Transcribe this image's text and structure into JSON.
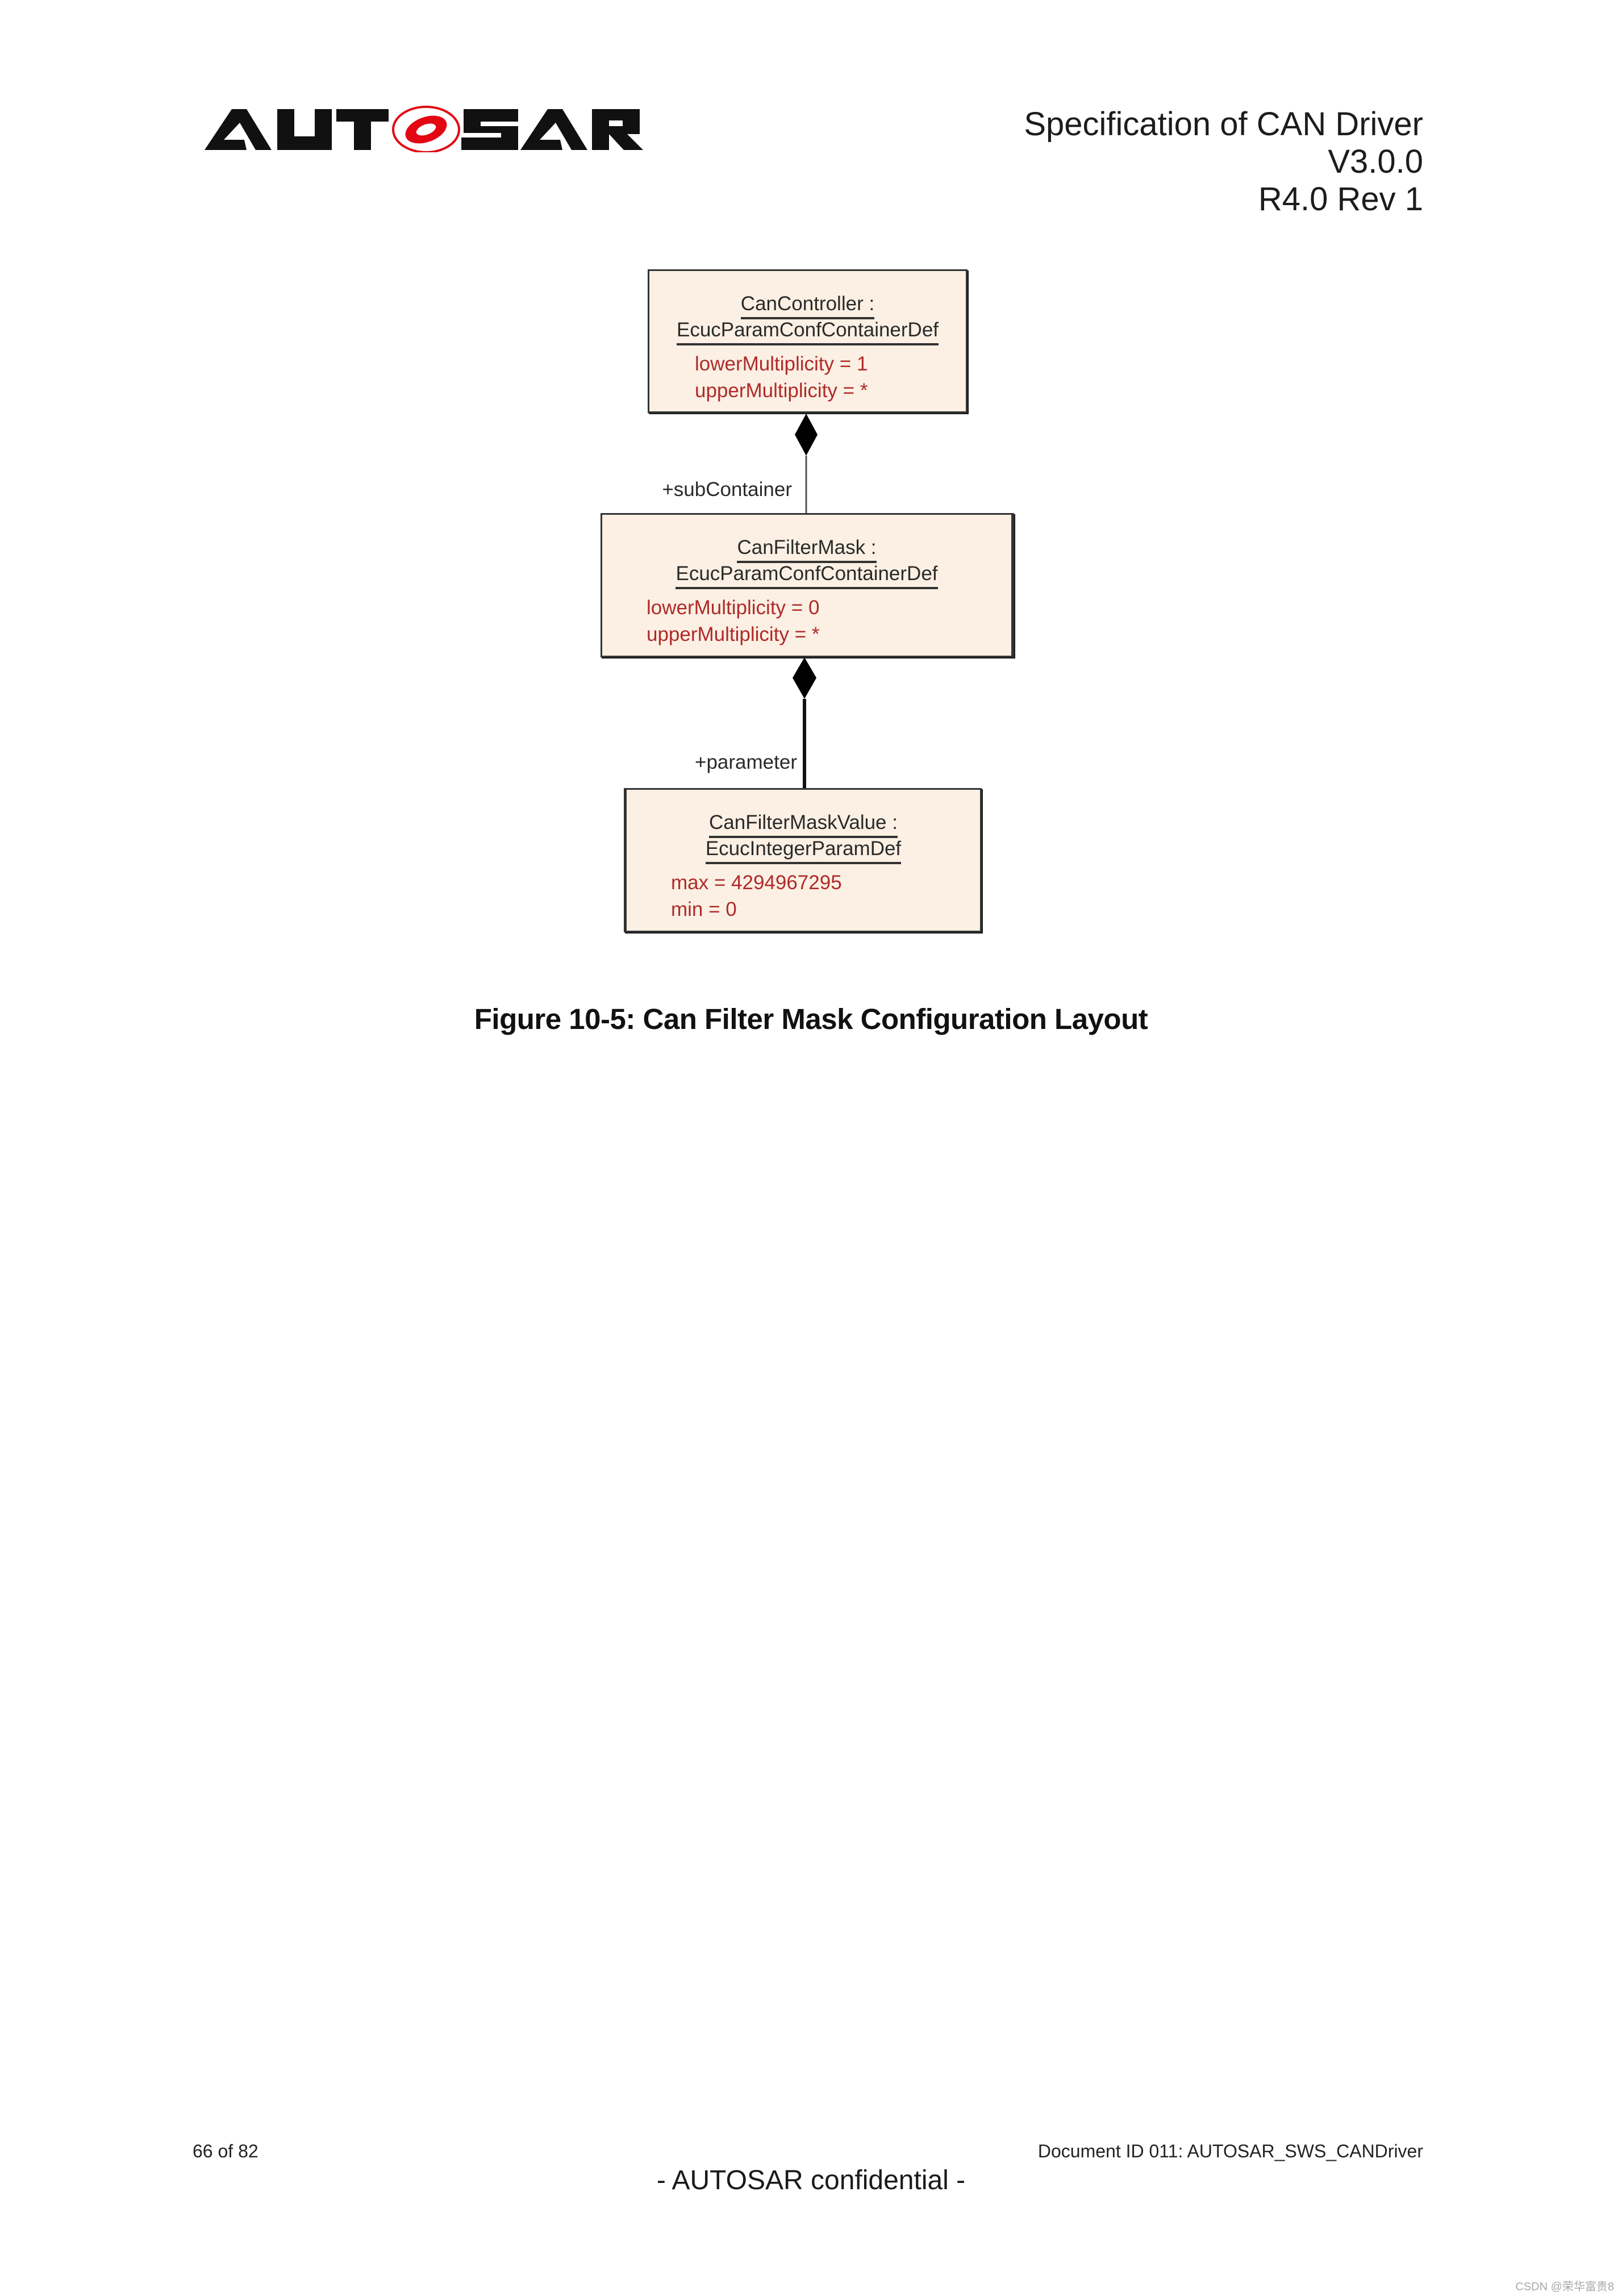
{
  "header": {
    "logo_text": "AUTOSAR",
    "title": "Specification of CAN Driver",
    "version": "V3.0.0",
    "release": "R4.0 Rev 1"
  },
  "diagram": {
    "boxes": [
      {
        "name": "CanController :",
        "type": "EcucParamConfContainerDef",
        "attributes": [
          "lowerMultiplicity = 1",
          "upperMultiplicity = *"
        ]
      },
      {
        "name": "CanFilterMask :",
        "type": "EcucParamConfContainerDef",
        "attributes": [
          "lowerMultiplicity = 0",
          "upperMultiplicity = *"
        ]
      },
      {
        "name": "CanFilterMaskValue :",
        "type": "EcucIntegerParamDef",
        "attributes": [
          "max = 4294967295",
          "min = 0"
        ]
      }
    ],
    "associations": [
      {
        "from": 0,
        "to": 1,
        "role": "+subContainer",
        "kind": "composition"
      },
      {
        "from": 1,
        "to": 2,
        "role": "+parameter",
        "kind": "composition"
      }
    ],
    "colors": {
      "box_fill": "#fbf0e3",
      "box_border": "#333333",
      "attribute_text": "#b02a2a",
      "logo_red": "#e30613"
    }
  },
  "caption": "Figure 10-5: Can Filter Mask Configuration Layout",
  "footer": {
    "page": "66 of 82",
    "document_id": "Document ID 011: AUTOSAR_SWS_CANDriver",
    "confidential": "- AUTOSAR confidential -"
  },
  "watermark": "CSDN @荣华富贵8"
}
